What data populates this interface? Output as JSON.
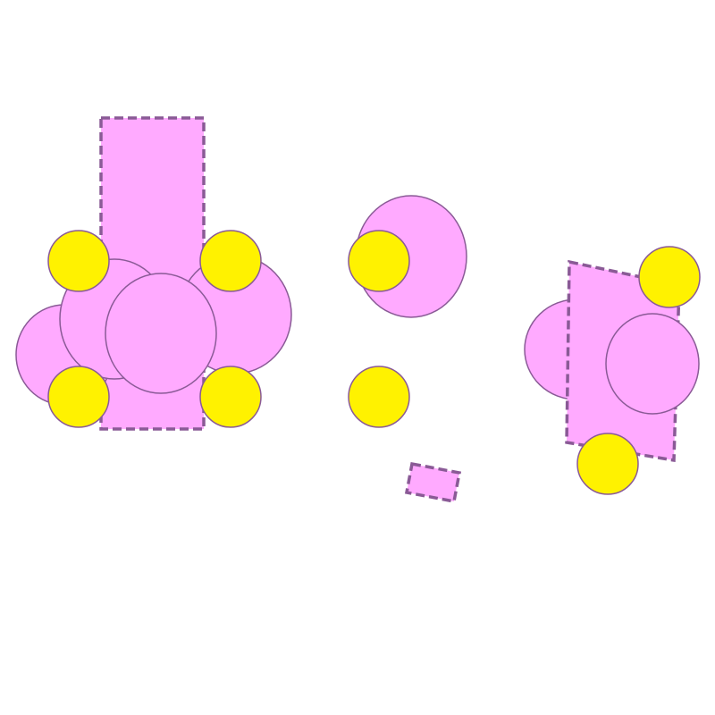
{
  "colors": {
    "background": "#ffffff",
    "pink_fill": "#ffaaff",
    "pink_stroke": "#8a5a96",
    "yellow_fill": "#fff200",
    "yellow_stroke": "#8a5a96",
    "dash_stroke": "#8a5a96"
  },
  "shapes": [
    "pink-rectangle-dashed",
    "pink-circle",
    "yellow-circle",
    "pink-rotated-rectangle-dashed"
  ]
}
